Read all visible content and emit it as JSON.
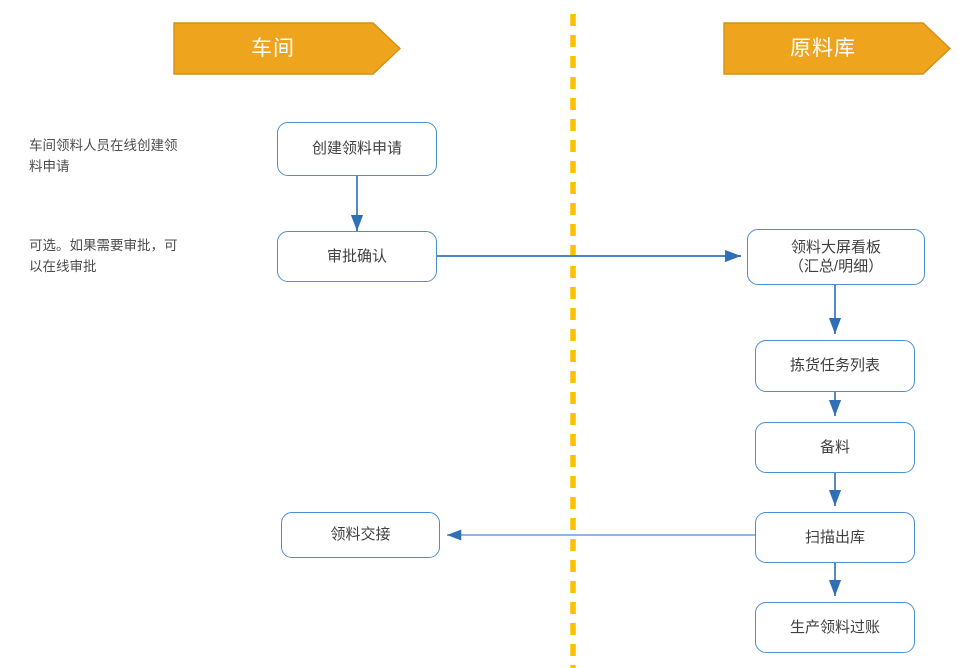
{
  "diagram": {
    "title_left": "车间",
    "title_right": "原料库",
    "lanes": [
      {
        "id": "workshop",
        "label": "车间"
      },
      {
        "id": "material-warehouse",
        "label": "原料库"
      }
    ],
    "notes": [
      {
        "id": "note-create",
        "text": "车间领料人员在线创建领\n料申请"
      },
      {
        "id": "note-approve",
        "text": "可选。如果需要审批，可\n以在线审批"
      }
    ],
    "nodes": [
      {
        "id": "create-request",
        "label": "创建领料申请",
        "lane": "workshop"
      },
      {
        "id": "approve-confirm",
        "label": "审批确认",
        "lane": "workshop"
      },
      {
        "id": "handover",
        "label": "领料交接",
        "lane": "workshop"
      },
      {
        "id": "kanban",
        "label": "领料大屏看板\n（汇总/明细）",
        "lane": "material-warehouse"
      },
      {
        "id": "pick-task-list",
        "label": "拣货任务列表",
        "lane": "material-warehouse"
      },
      {
        "id": "prepare",
        "label": "备料",
        "lane": "material-warehouse"
      },
      {
        "id": "scan-out",
        "label": "扫描出库",
        "lane": "material-warehouse"
      },
      {
        "id": "post-issue",
        "label": "生产领料过账",
        "lane": "material-warehouse"
      }
    ],
    "edges": [
      {
        "id": "edge-create-to-approve",
        "from": "create-request",
        "to": "approve-confirm",
        "direction": "down"
      },
      {
        "id": "edge-approve-to-kanban",
        "from": "approve-confirm",
        "to": "kanban",
        "direction": "right"
      },
      {
        "id": "edge-kanban-to-pick",
        "from": "kanban",
        "to": "pick-task-list",
        "direction": "down"
      },
      {
        "id": "edge-pick-to-prepare",
        "from": "pick-task-list",
        "to": "prepare",
        "direction": "down"
      },
      {
        "id": "edge-prepare-to-scan",
        "from": "prepare",
        "to": "scan-out",
        "direction": "down"
      },
      {
        "id": "edge-scan-to-handover",
        "from": "scan-out",
        "to": "handover",
        "direction": "left"
      },
      {
        "id": "edge-scan-to-post",
        "from": "scan-out",
        "to": "post-issue",
        "direction": "down"
      }
    ],
    "colors": {
      "banner_fill": "#efa41e",
      "banner_stroke": "#d68f12",
      "banner_text": "#ffffff",
      "node_stroke": "#4a8fd4",
      "node_fill": "#ffffff",
      "node_text": "#404040",
      "connector": "#4a85c5",
      "divider": "#ffc000",
      "note_text": "#4d4d4d",
      "background": "#ffffff"
    }
  }
}
